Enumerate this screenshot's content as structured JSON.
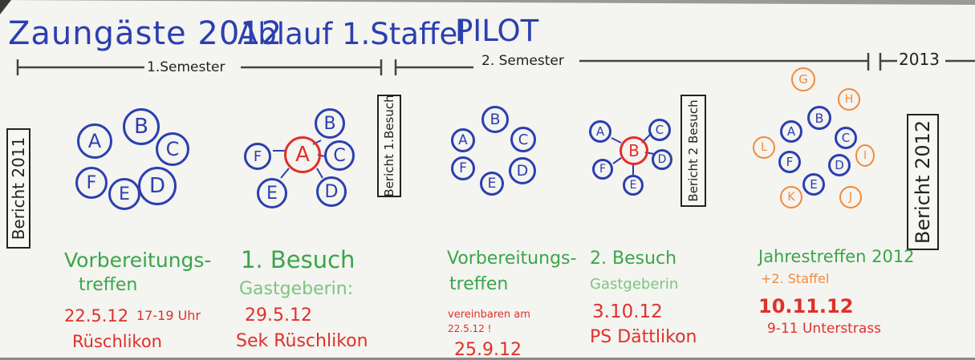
{
  "header": {
    "title": "Zaungäste 2012",
    "subtitle": "Ablauf 1.Staffel",
    "pilot": "PILOT"
  },
  "timeline": {
    "semester1": "1.Semester",
    "semester2": "2. Semester",
    "year": "2013"
  },
  "reports": {
    "r2011": "Bericht 2011",
    "besuch1": "Bericht 1.Besuch",
    "besuch2": "Bericht 2 Besuch",
    "r2012": "Bericht 2012"
  },
  "groups": {
    "g1": [
      "A",
      "B",
      "C",
      "D",
      "E",
      "F"
    ],
    "g2_center": "A",
    "g2": [
      "B",
      "C",
      "D",
      "E",
      "F"
    ],
    "g3": [
      "A",
      "B",
      "C",
      "D",
      "E",
      "F"
    ],
    "g4_center": "B",
    "g4": [
      "A",
      "C",
      "D",
      "E",
      "F"
    ],
    "g5_blue": [
      "A",
      "B",
      "C",
      "D",
      "E",
      "F"
    ],
    "g5_orange": [
      "G",
      "H",
      "I",
      "J",
      "K",
      "L"
    ]
  },
  "sections": [
    {
      "title1": "Vorbereitungs-",
      "title2": "treffen",
      "date": "22.5.12",
      "time": "17-19 Uhr",
      "place": "Rüschlikon"
    },
    {
      "title1": "1. Besuch",
      "sub": "Gastgeberin:",
      "date": "29.5.12",
      "place": "Sek Rüschlikon"
    },
    {
      "title1": "Vorbereitungs-",
      "title2": "treffen",
      "note1": "vereinbaren am",
      "note2": "22.5.12 !",
      "date": "25.9.12"
    },
    {
      "title1": "2. Besuch",
      "sub": "Gastgeberin",
      "date": "3.10.12",
      "place": "PS Dättlikon"
    },
    {
      "title1": "Jahrestreffen 2012",
      "sub": "+2. Staffel",
      "date": "10.11.12",
      "time": "9-11 Unterstrass"
    }
  ],
  "colors": {
    "paper": "#f4f4f0",
    "blue": "#2b3fb0",
    "green": "#3aa54a",
    "red": "#e0302a",
    "orange": "#f28a3a"
  }
}
